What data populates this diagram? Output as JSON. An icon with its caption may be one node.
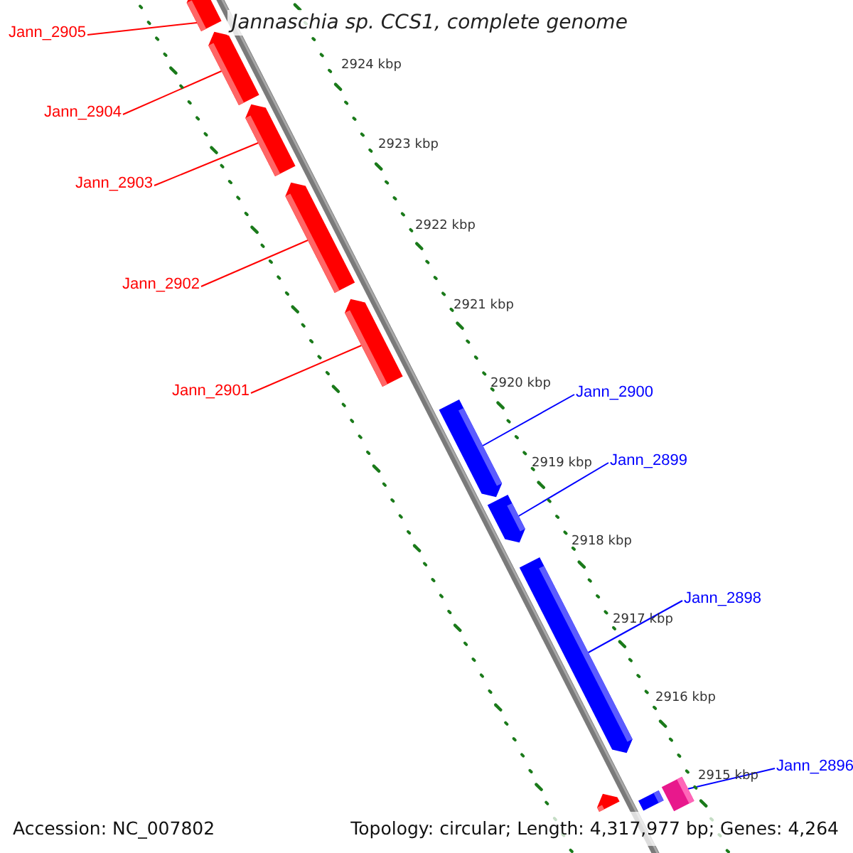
{
  "diagram": {
    "title": "Jannaschia sp. CCS1, complete genome",
    "nodes": [
      {
        "text": [
          "Jann_2905"
        ]
      },
      {
        "text": [
          "Jann_2904"
        ]
      },
      {
        "text": [
          "Jann_2903"
        ]
      },
      {
        "text": [
          "Jann_2902"
        ]
      },
      {
        "text": [
          "Jann_2901"
        ]
      },
      {
        "text": [
          "Jann_2900"
        ]
      },
      {
        "text": [
          "Jann_2899"
        ]
      },
      {
        "text": [
          "Jann_2898"
        ]
      },
      {
        "text": [
          "Jann_2896"
        ]
      },
      {
        "text": [],
        "shape": "bar"
      },
      {
        "text": [],
        "shape": "bar"
      },
      {
        "text": [],
        "shape": "bar"
      },
      {
        "text": [],
        "shape": "bar"
      },
      {
        "text": [],
        "shape": "bar"
      },
      {
        "text": [],
        "shape": "bar"
      },
      {
        "text": [],
        "shape": "bar"
      },
      {
        "text": [],
        "shape": "bar"
      },
      {
        "text": [],
        "shape": "bar"
      },
      {
        "text": [],
        "shape": "bar"
      },
      {
        "text": [],
        "shape": "bar"
      }
    ],
    "edges": [
      {
        "from": 0,
        "to": 9,
        "arrow": "none"
      },
      {
        "from": 1,
        "to": 10,
        "arrow": "none"
      },
      {
        "from": 2,
        "to": 11,
        "arrow": "none"
      },
      {
        "from": 3,
        "to": 12,
        "arrow": "none"
      },
      {
        "from": 4,
        "to": 13,
        "arrow": "none"
      },
      {
        "from": 5,
        "to": 14,
        "arrow": "none",
        "color": "#0000ff"
      },
      {
        "from": 6,
        "to": 15,
        "arrow": "none",
        "color": "#0000ff"
      },
      {
        "from": 7,
        "to": 16,
        "arrow": "none",
        "color": "#0000ff"
      },
      {
        "from": 8,
        "to": 19,
        "arrow": "none",
        "color": "#0000ff"
      }
    ],
    "labels": [
      "2924 kbp",
      "2923 kbp",
      "2922 kbp",
      "2921 kbp",
      "2920 kbp",
      "2919 kbp",
      "2918 kbp",
      "2917 kbp",
      "2916 kbp",
      "2915 kbp",
      "Accession: NC_007802",
      "Topology: circular; Length: 4,317,977 bp; Genes: 4,264"
    ]
  }
}
